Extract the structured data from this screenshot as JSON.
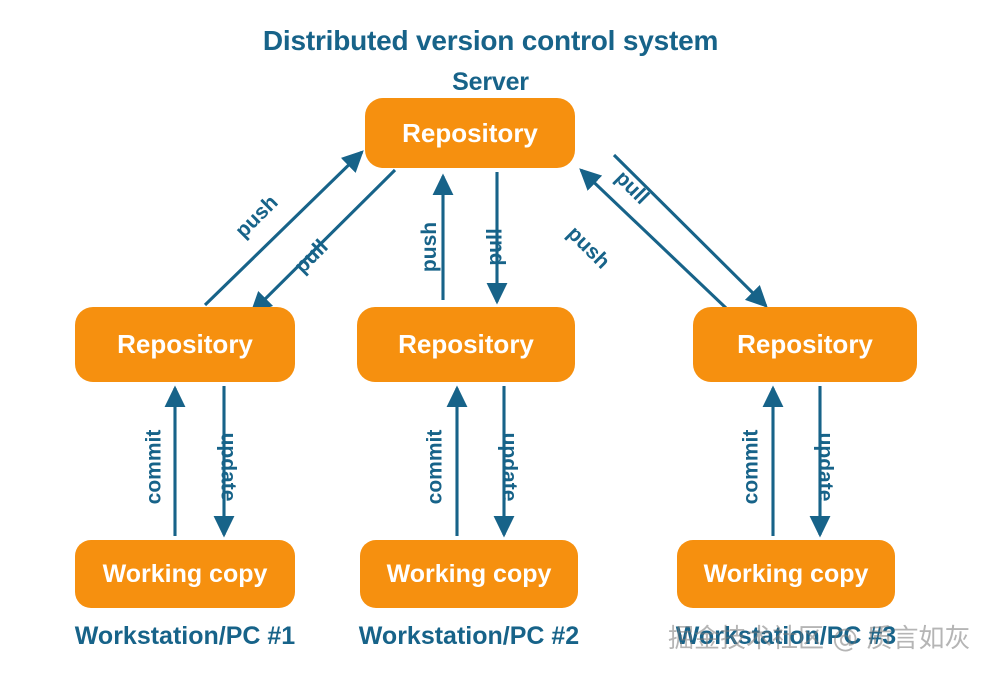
{
  "diagram": {
    "title": "Distributed version control system",
    "server_label": "Server",
    "theme": {
      "node_fill": "#F6900F",
      "node_text": "#FFFFFF",
      "accent_text": "#176389",
      "arrow_color": "#176389",
      "background": "#FFFFFF"
    },
    "server_repository": {
      "label": "Repository"
    },
    "columns": [
      {
        "repository_label": "Repository",
        "working_copy_label": "Working copy",
        "station_label": "Workstation/PC #1",
        "to_server_label": "push",
        "from_server_label": "pull",
        "commit_label": "commit",
        "update_label": "update"
      },
      {
        "repository_label": "Repository",
        "working_copy_label": "Working copy",
        "station_label": "Workstation/PC #2",
        "to_server_label": "push",
        "from_server_label": "pull",
        "commit_label": "commit",
        "update_label": "update"
      },
      {
        "repository_label": "Repository",
        "working_copy_label": "Working copy",
        "station_label": "Workstation/PC #3",
        "to_server_label": "push",
        "from_server_label": "pull",
        "commit_label": "commit",
        "update_label": "update"
      }
    ],
    "watermark": "掘金技术社区 @ 质言如灰"
  }
}
